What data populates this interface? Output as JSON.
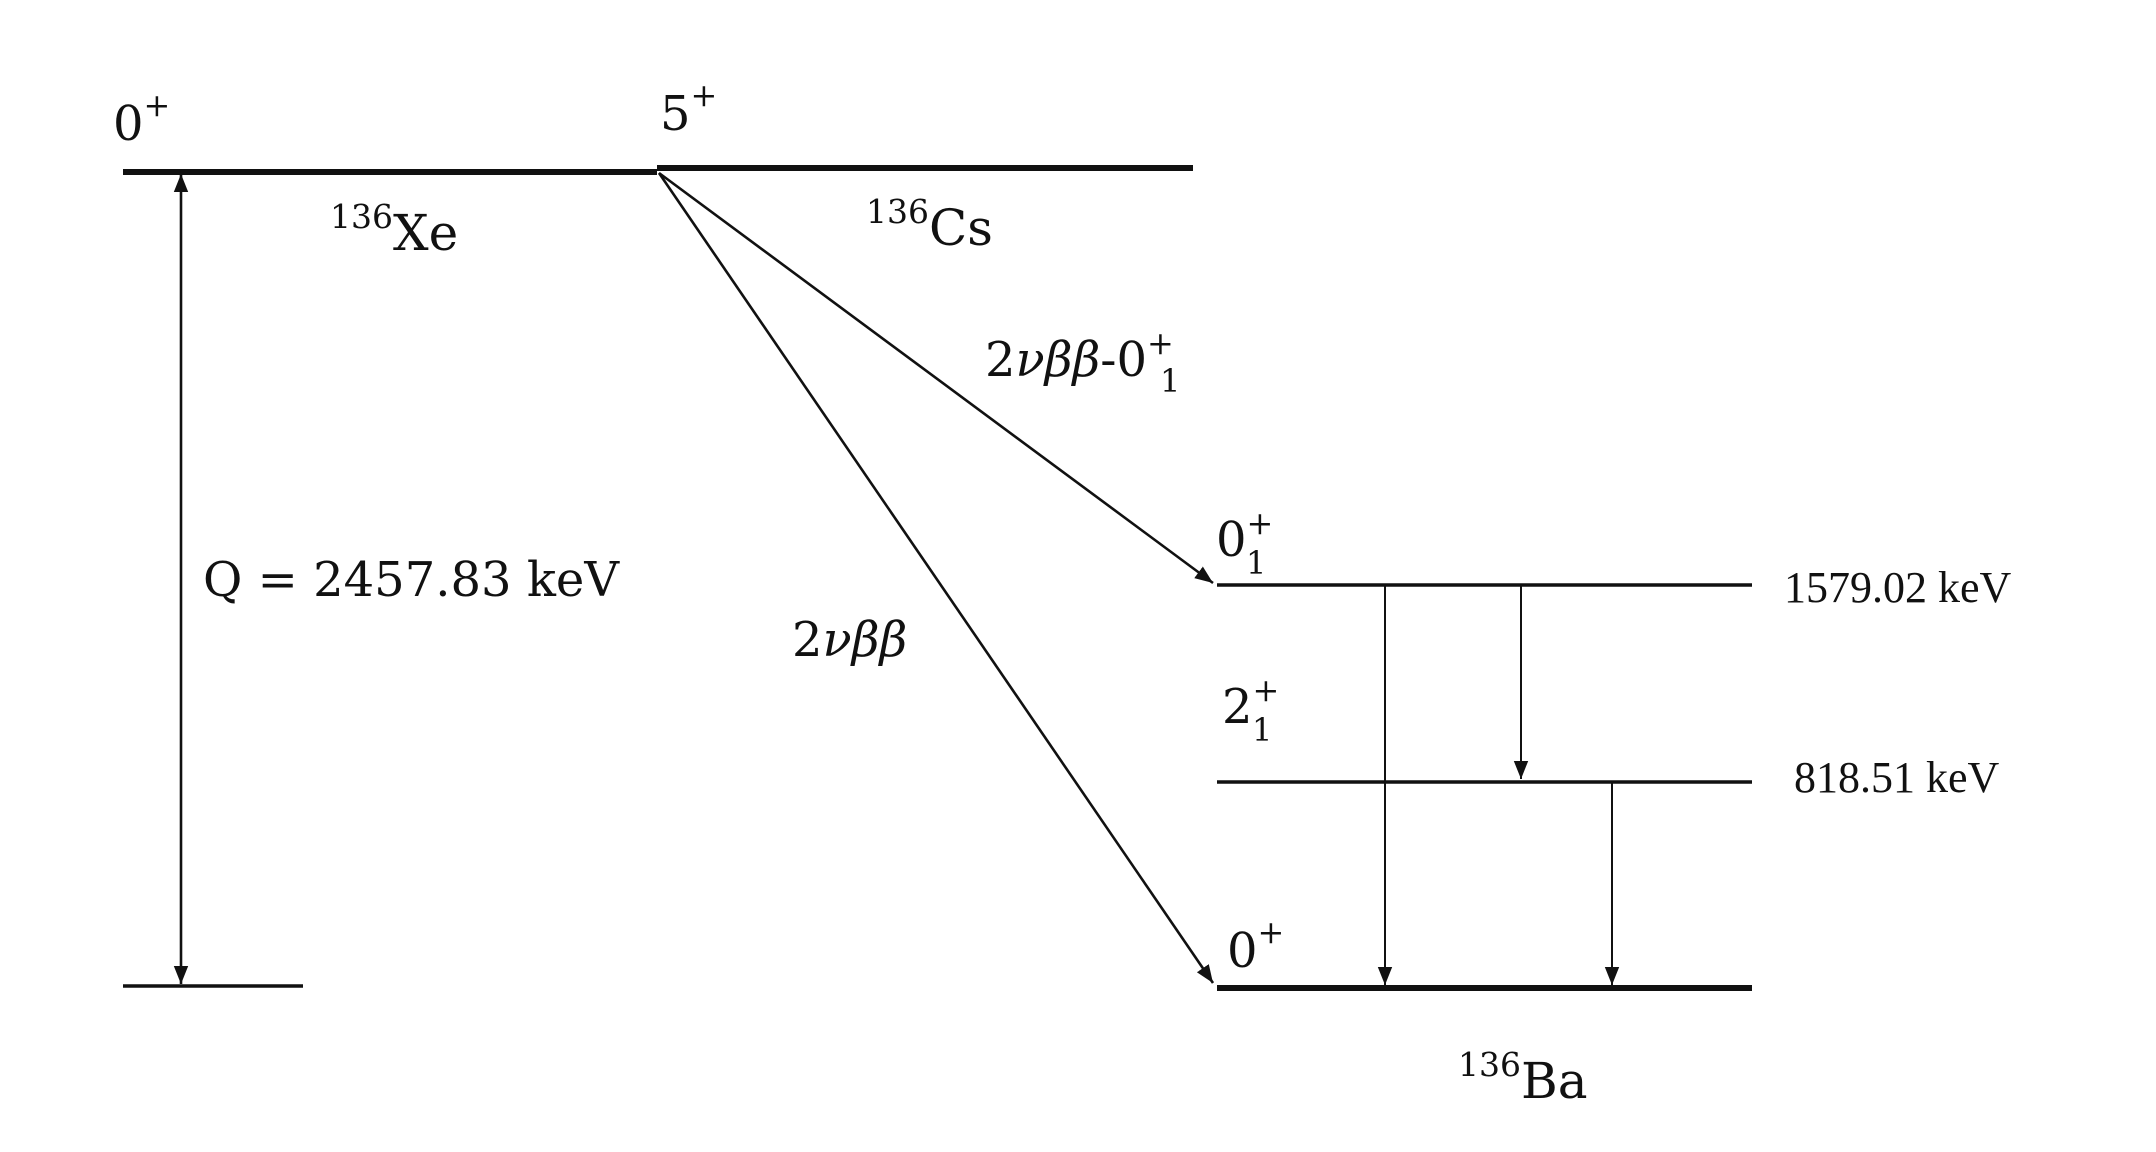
{
  "colors": {
    "line": "#111111",
    "background": "#ffffff"
  },
  "nuclei": {
    "xe": {
      "mass": "136",
      "symbol": "Xe",
      "spin": "0",
      "parity": "+"
    },
    "cs": {
      "mass": "136",
      "symbol": "Cs",
      "spin": "5",
      "parity": "+"
    },
    "ba": {
      "mass": "136",
      "symbol": "Ba"
    }
  },
  "ba_levels": {
    "excited_0": {
      "spin": "0",
      "subscript": "1",
      "parity": "+",
      "energy": "1579.02 keV"
    },
    "excited_2": {
      "spin": "2",
      "subscript": "1",
      "parity": "+",
      "energy": "818.51 keV"
    },
    "ground": {
      "spin": "0",
      "parity": "+"
    }
  },
  "q_value": {
    "prefix": "Q = ",
    "value": "2457.83 keV"
  },
  "transitions": {
    "to_ground": {
      "lead": "2",
      "nu": "ν",
      "bb": "ββ"
    },
    "to_excited": {
      "lead": "2",
      "nu": "ν",
      "bb": "ββ",
      "sep": "-",
      "spin": "0",
      "subscript": "1",
      "parity": "+"
    }
  }
}
